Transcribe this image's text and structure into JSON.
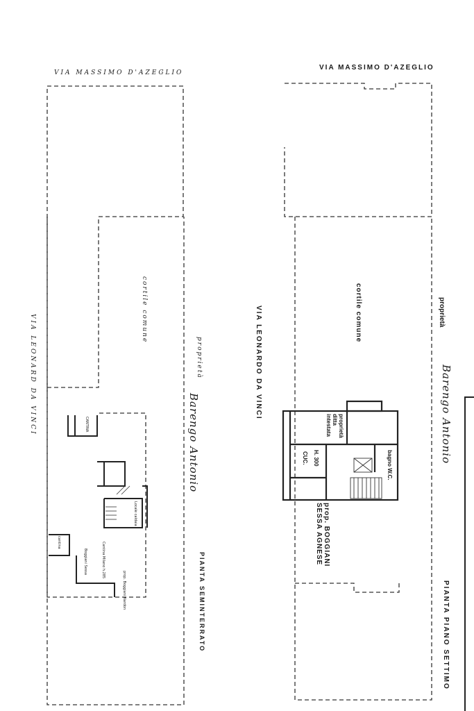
{
  "plan_left": {
    "street_top": "VIA   MASSIMO   D'AZEGLIO",
    "street_side": "VIA   LEONARD   DA   VINCI",
    "courtyard": "cortile   comune",
    "ownership": "proprietà",
    "owner_name": "Barengo  Antonio",
    "title": "PIANTA   SEMINTERRATO",
    "rooms": [
      "CANTINA",
      "CANTINA",
      "Locale caldaia",
      "cantina",
      "Cantina Milano h.285",
      "Boggiani Sessa",
      "prop. Boggiani Nardon"
    ]
  },
  "plan_right": {
    "street_top": "VIA   MASSIMO   D'AZEGLIO",
    "street_side": "VIA   LEONARDO   DA   VINCI",
    "courtyard": "cortile   comune",
    "ownership": "proprietà",
    "owner_name": "Barengo  Antonio",
    "unit_label": "proprietà ditta intestata",
    "bath": "bagno W.C.",
    "kitchen": "CUC.",
    "height": "H. 300",
    "neighbor": "prop. BOGGIANI   SESSA AGNESE",
    "title": "PIANTA   PIANO   SETTIMO"
  },
  "colors": {
    "ink": "#1a1a1a",
    "paper": "#ffffff",
    "line": "#333333"
  }
}
